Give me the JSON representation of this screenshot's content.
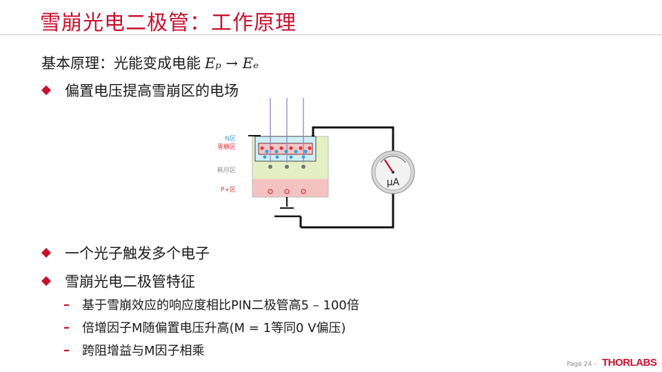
{
  "title": "雪崩光电二极管：工作原理",
  "intro": {
    "text": "基本原理：光能变成电能",
    "formula": "Eₚ → Eₑ"
  },
  "bullets": [
    "偏置电压提高雪崩区的电场",
    "一个光子触发多个电子",
    "雪崩光电二极管特征"
  ],
  "sub_bullets": [
    "基于雪崩效应的响应度相比PIN二极管高5  – 100倍",
    "倍增因子M随偏置电压升高(M  = 1等同0 V偏压)",
    "跨阻增益与M因子相乘"
  ],
  "diagram": {
    "labels": {
      "n_region": "N区",
      "avalanche_region": "雪崩区",
      "depletion_region": "耗尽区",
      "p_region": "P+区"
    },
    "meter_label": "μA",
    "colors": {
      "red": "#e0343c",
      "blue": "#3aa0d8",
      "photon": "#8a86d6",
      "p_fill": "#f5c2c2",
      "depletion_fill": "#e4f0c4",
      "n_fill": "#d0eefa"
    }
  },
  "footer": {
    "page": "Page 24 –",
    "logo_thor": "THOR",
    "logo_labs": "LABS"
  }
}
